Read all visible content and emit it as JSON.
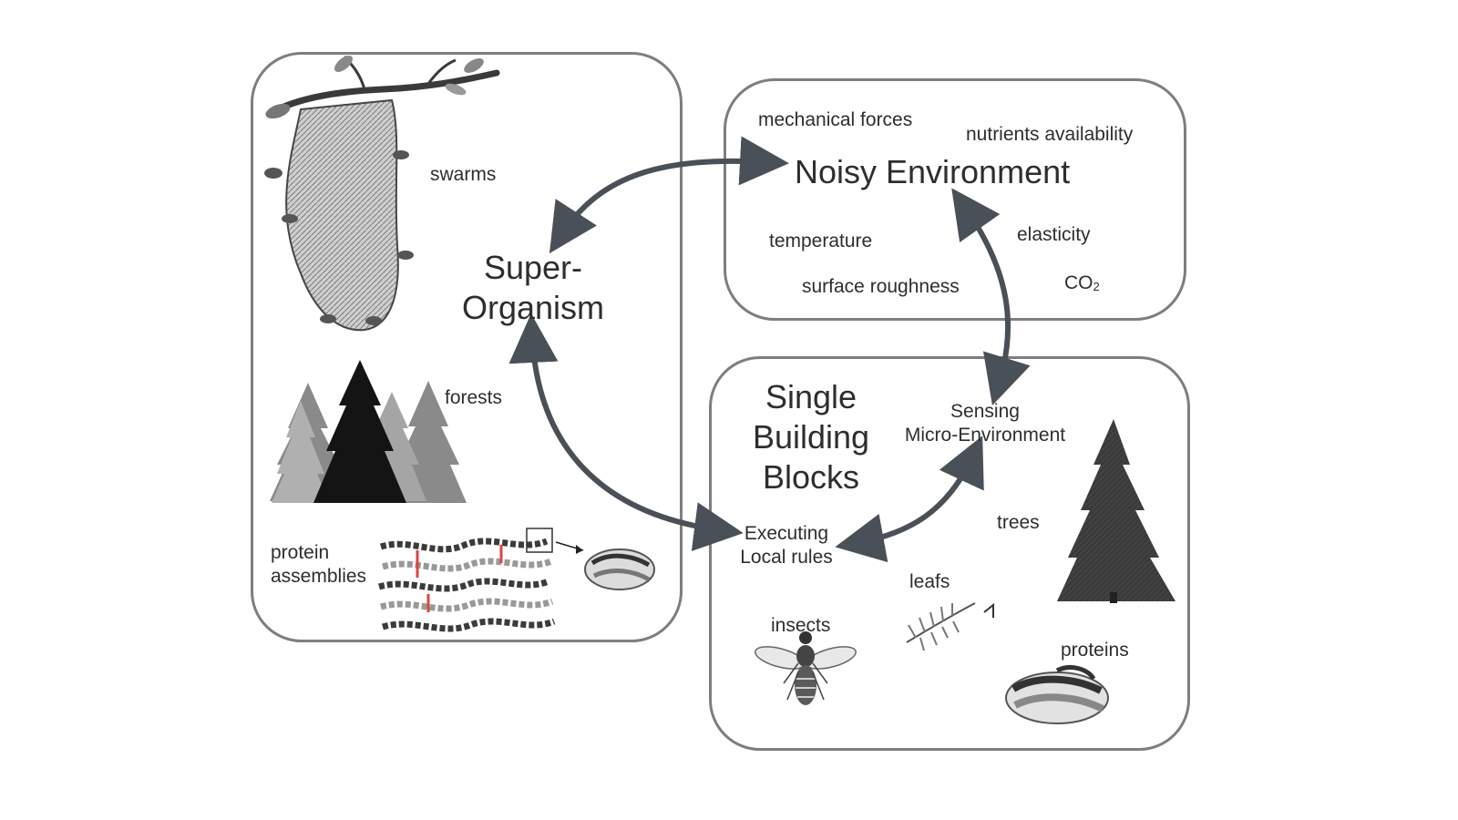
{
  "super_organism": {
    "title_line1": "Super-",
    "title_line2": "Organism",
    "swarms": "swarms",
    "forests": "forests",
    "protein_assemblies_line1": "protein",
    "protein_assemblies_line2": "assemblies"
  },
  "environment": {
    "title": "Noisy Environment",
    "factors": {
      "mechanical_forces": "mechanical forces",
      "nutrients": "nutrients availability",
      "temperature": "temperature",
      "elasticity": "elasticity",
      "surface_roughness": "surface roughness",
      "co2_main": "CO",
      "co2_sub": "2"
    }
  },
  "building_blocks": {
    "title_line1": "Single",
    "title_line2": "Building",
    "title_line3": "Blocks",
    "sensing_line1": "Sensing",
    "sensing_line2": "Micro-Environment",
    "executing_line1": "Executing",
    "executing_line2": "Local rules",
    "trees": "trees",
    "leafs": "leafs",
    "insects": "insects",
    "proteins": "proteins"
  },
  "colors": {
    "box_border": "#7b7e83",
    "arrow": "#4a5058",
    "crosslink": "#e0433f"
  },
  "icons": [
    "bee-swarm-icon",
    "forest-icon",
    "protein-fibril-icon",
    "protein-fold-icon",
    "spruce-tree-icon",
    "leaf-icon",
    "bee-icon"
  ]
}
